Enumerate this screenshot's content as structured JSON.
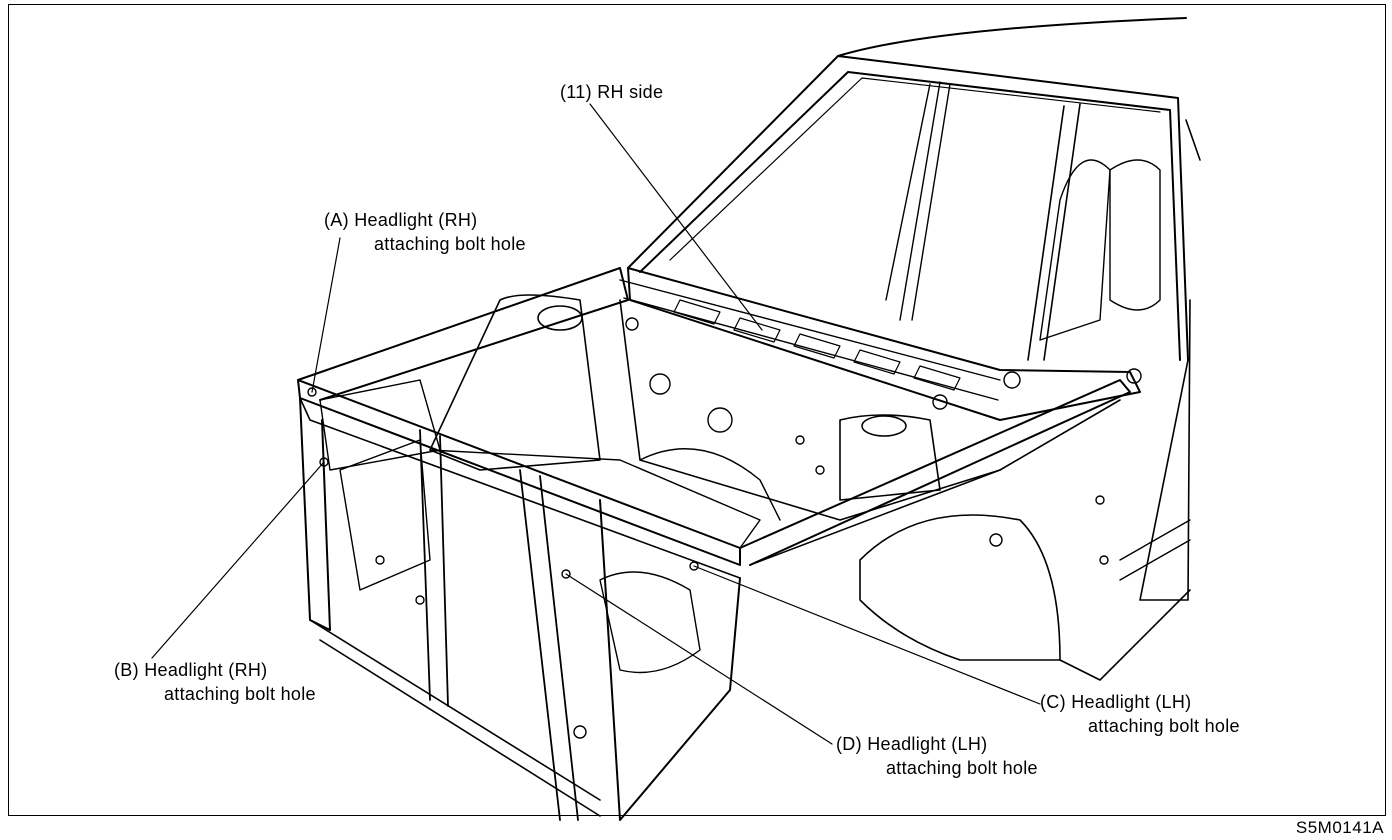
{
  "diagram": {
    "callouts": {
      "rh_side": {
        "tag": "(11)",
        "line1": "RH side"
      },
      "a": {
        "tag": "(A)",
        "line1": "Headlight (RH)",
        "line2": "attaching bolt hole"
      },
      "b": {
        "tag": "(B)",
        "line1": "Headlight (RH)",
        "line2": "attaching bolt hole"
      },
      "c": {
        "tag": "(C)",
        "line1": "Headlight (LH)",
        "line2": "attaching bolt hole"
      },
      "d": {
        "tag": "(D)",
        "line1": "Headlight (LH)",
        "line2": "attaching bolt hole"
      }
    },
    "figure_code": "S5M0141A"
  }
}
